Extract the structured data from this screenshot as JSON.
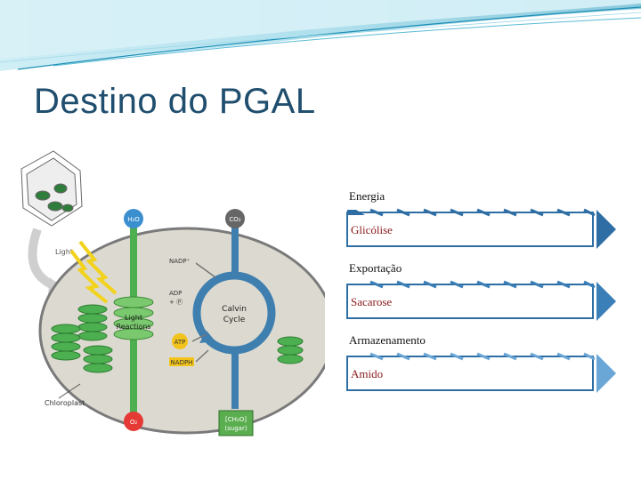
{
  "slide": {
    "title": "Destino do PGAL"
  },
  "diagram": {
    "h2o": "H₂O",
    "co2": "CO₂",
    "light": "Light",
    "nadp": "NADP⁺",
    "adp": "ADP",
    "pi": "+ Ⓟ",
    "light_reactions_1": "Light",
    "light_reactions_2": "Reactions",
    "atp": "ATP",
    "nadph": "NADPH",
    "calvin_1": "Calvin",
    "calvin_2": "Cycle",
    "chloroplast": "Chloroplast",
    "o2": "O₂",
    "ch2o_1": "[CH₂O]",
    "ch2o_2": "(sugar)"
  },
  "flow": {
    "items": [
      {
        "heading": "Energia",
        "box": "Glicólise"
      },
      {
        "heading": "Exportação",
        "box": "Sacarose"
      },
      {
        "heading": "Armazenamento",
        "box": "Amido"
      }
    ]
  },
  "colors": {
    "title": "#1f4e6e",
    "accent_blue": "#2e6ea4",
    "box_text": "#8b1a1a",
    "thylakoid_green": "#4caf50",
    "calvin_blue": "#3f7fb0"
  }
}
